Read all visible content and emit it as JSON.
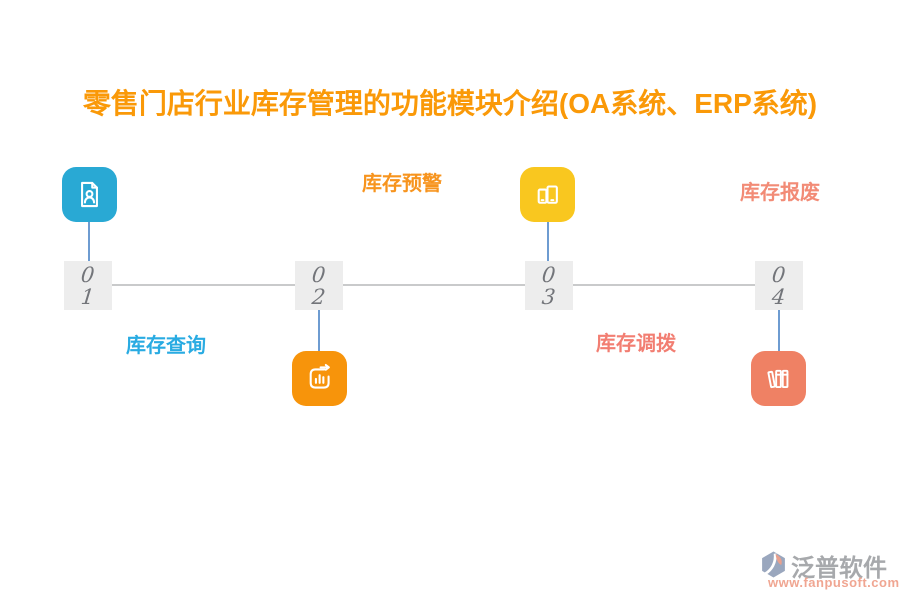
{
  "title": {
    "text": "零售门店行业库存管理的功能模块介绍(OA系统、ERP系统)",
    "color": "#FA9908"
  },
  "timeline": {
    "line_color": "#C9CACB",
    "connector_color": "#6E9CD1",
    "box_bg": "#EDEDED",
    "number_color": "#73757A",
    "nodes": [
      {
        "digit_top": "0",
        "digit_bottom": "1",
        "label": "库存查询",
        "label_color": "#29ABE2",
        "icon": "id-document-icon",
        "icon_bg": "#29A9D4",
        "icon_side": "above",
        "label_side": "below"
      },
      {
        "digit_top": "0",
        "digit_bottom": "2",
        "label": "库存预警",
        "label_color": "#F7941E",
        "icon": "chart-arrow-icon",
        "icon_bg": "#F7940B",
        "icon_side": "below",
        "label_side": "above"
      },
      {
        "digit_top": "0",
        "digit_bottom": "3",
        "label": "库存调拨",
        "label_color": "#F27E72",
        "icon": "devices-icon",
        "icon_bg": "#F9C71F",
        "icon_side": "above",
        "label_side": "below"
      },
      {
        "digit_top": "0",
        "digit_bottom": "4",
        "label": "库存报废",
        "label_color": "#F28B76",
        "icon": "books-icon",
        "icon_bg": "#EF8164",
        "icon_side": "below",
        "label_side": "above"
      }
    ]
  },
  "watermark": {
    "brand": "泛普软件",
    "brand_color": "#A7A9AC",
    "url": "www.fanpusoft.com",
    "url_color": "#F0A692"
  }
}
